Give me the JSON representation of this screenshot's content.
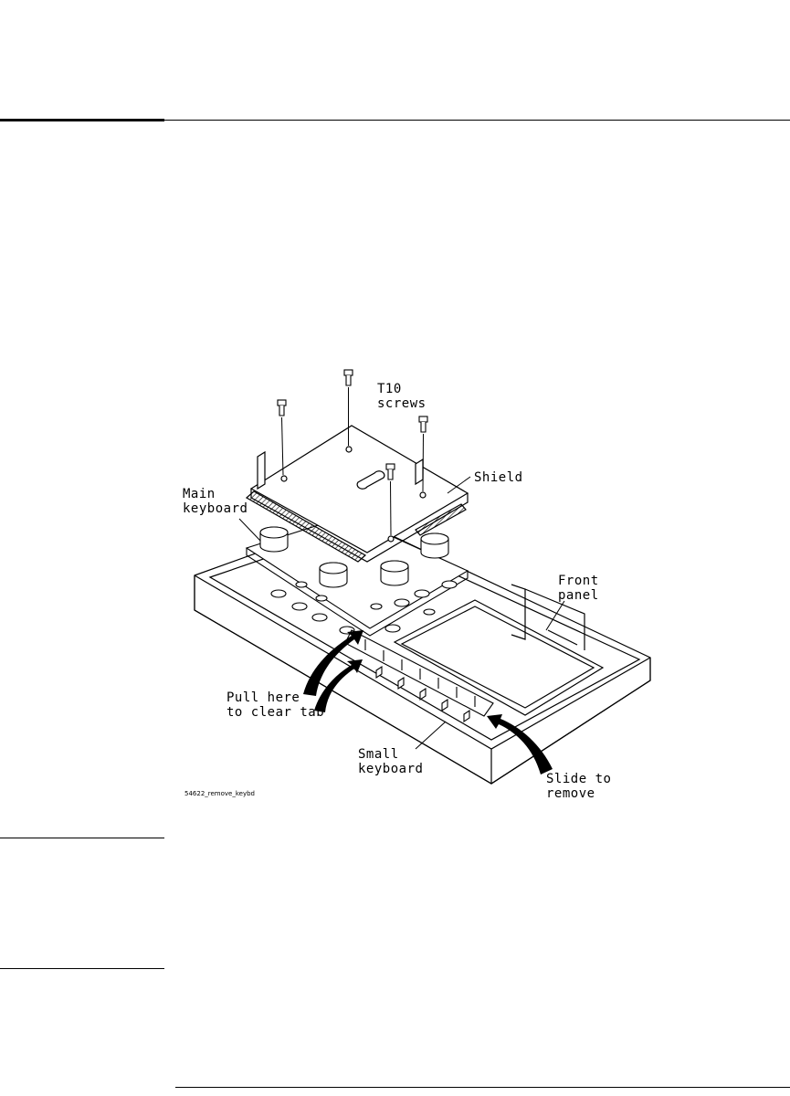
{
  "figure": {
    "labels": {
      "t10": "T10",
      "screws": "screws",
      "shield": "Shield",
      "main": "Main",
      "keyboard": "keyboard",
      "front": "Front",
      "panel": "panel",
      "pull_here": "Pull here",
      "to_clear_tab": "to clear tab",
      "small": "Small",
      "small_keyboard": "keyboard",
      "slide_to": "Slide to",
      "remove": "remove"
    },
    "file_id": "54622_remove_keybd"
  }
}
